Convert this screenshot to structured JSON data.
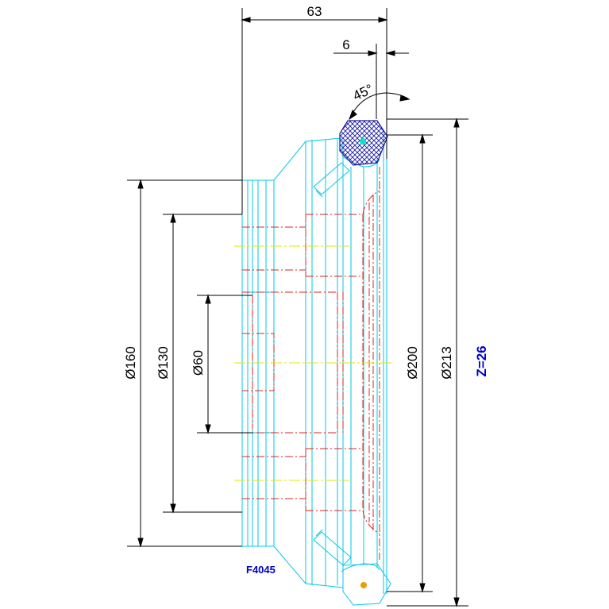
{
  "dimensions": {
    "width_63": "63",
    "width_6": "6",
    "angle_45": "45°",
    "dia_160": "Ø160",
    "dia_130": "Ø130",
    "dia_60": "Ø60",
    "dia_200": "Ø200",
    "dia_213": "Ø213"
  },
  "labels": {
    "part_code": "F4045",
    "teeth": "Z=26"
  },
  "colors": {
    "outline": "#00c8e6",
    "hidden": "#e02020",
    "center": "#e6e600",
    "dimension": "#000000",
    "hatch": "#1a1aa0",
    "label_blue": "#0000c8"
  }
}
